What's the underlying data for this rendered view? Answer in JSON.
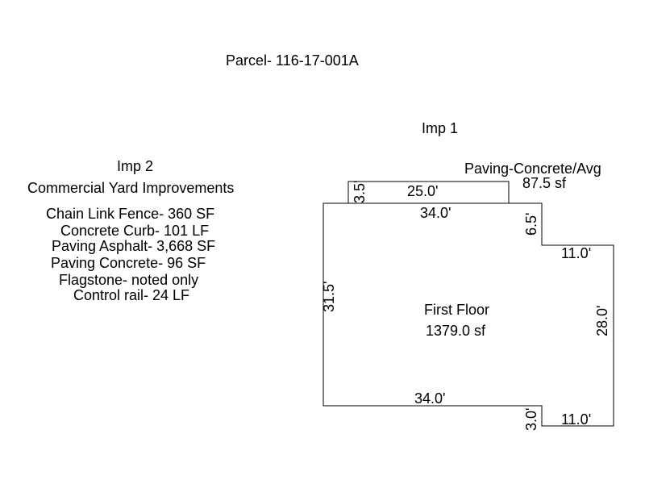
{
  "parcel": "Parcel- 116-17-001A",
  "imp1": {
    "label": "Imp 1",
    "paving_title": "Paving-Concrete/Avg",
    "paving_area": "87.5 sf",
    "floor_name": "First Floor",
    "floor_area": "1379.0 sf",
    "dims": {
      "top_small": "25.0'",
      "left_small": "3.5'",
      "top_main": "34.0'",
      "step_vertical": "6.5'",
      "step_horizontal": "11.0'",
      "left_main": "31.5'",
      "right_main": "28.0'",
      "bottom_main": "34.0'",
      "bottom_step_vertical": "3.0'",
      "bottom_step_horizontal": "11.0'"
    }
  },
  "imp2": {
    "label": "Imp 2",
    "title": "Commercial Yard Improvements",
    "items": [
      "Chain Link Fence-  360  SF",
      "Concrete Curb- 101   LF",
      "Paving Asphalt- 3,668   SF",
      "Paving Concrete-  96  SF",
      "Flagstone- noted only",
      "Control rail- 24 LF"
    ]
  }
}
